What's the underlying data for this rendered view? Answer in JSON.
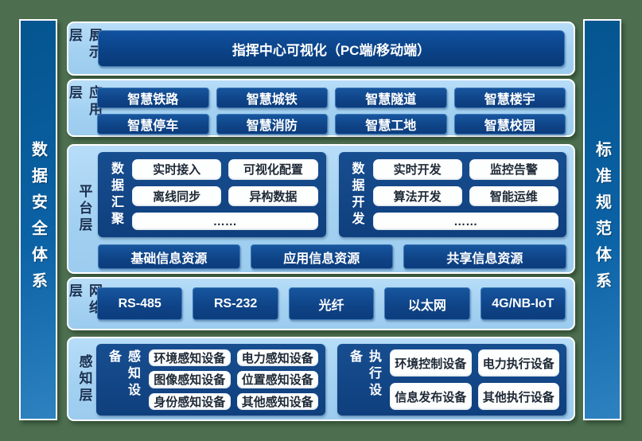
{
  "pillars": {
    "left": "数据安全体系",
    "right": "标准规范体系"
  },
  "layers": {
    "presentation": {
      "label": "展示层",
      "main_box": "指挥中心可视化（PC端/移动端）"
    },
    "application": {
      "label": "应用层",
      "items": [
        "智慧铁路",
        "智慧城铁",
        "智慧隧道",
        "智慧楼宇",
        "智慧停车",
        "智慧消防",
        "智慧工地",
        "智慧校园"
      ]
    },
    "platform": {
      "label": "平台层",
      "data_aggregation": {
        "label": "数据汇聚",
        "items": [
          "实时接入",
          "可视化配置",
          "离线同步",
          "异构数据",
          "……"
        ]
      },
      "data_development": {
        "label": "数据开发",
        "items": [
          "实时开发",
          "监控告警",
          "算法开发",
          "智能运维",
          "……"
        ]
      },
      "resources": [
        "基础信息资源",
        "应用信息资源",
        "共享信息资源"
      ]
    },
    "network": {
      "label": "网络层",
      "items": [
        "RS-485",
        "RS-232",
        "光纤",
        "以太网",
        "4G/NB-IoT"
      ]
    },
    "perception": {
      "label": "感知层",
      "sensing_devices": {
        "label": "感知设备",
        "items": [
          "环境感知设备",
          "电力感知设备",
          "图像感知设备",
          "位置感知设备",
          "身份感知设备",
          "其他感知设备"
        ]
      },
      "execution_devices": {
        "label": "执行设备",
        "items": [
          "环境控制设备",
          "电力执行设备",
          "信息发布设备",
          "其他执行设备"
        ]
      }
    }
  },
  "colors": {
    "background_green": "#4d6f50",
    "panel_light_blue": "#a6d2f2",
    "block_navy": "#0f4488",
    "pillar_blue": "#0b62a5",
    "label_text_navy": "#1c3050",
    "white": "#ffffff"
  }
}
